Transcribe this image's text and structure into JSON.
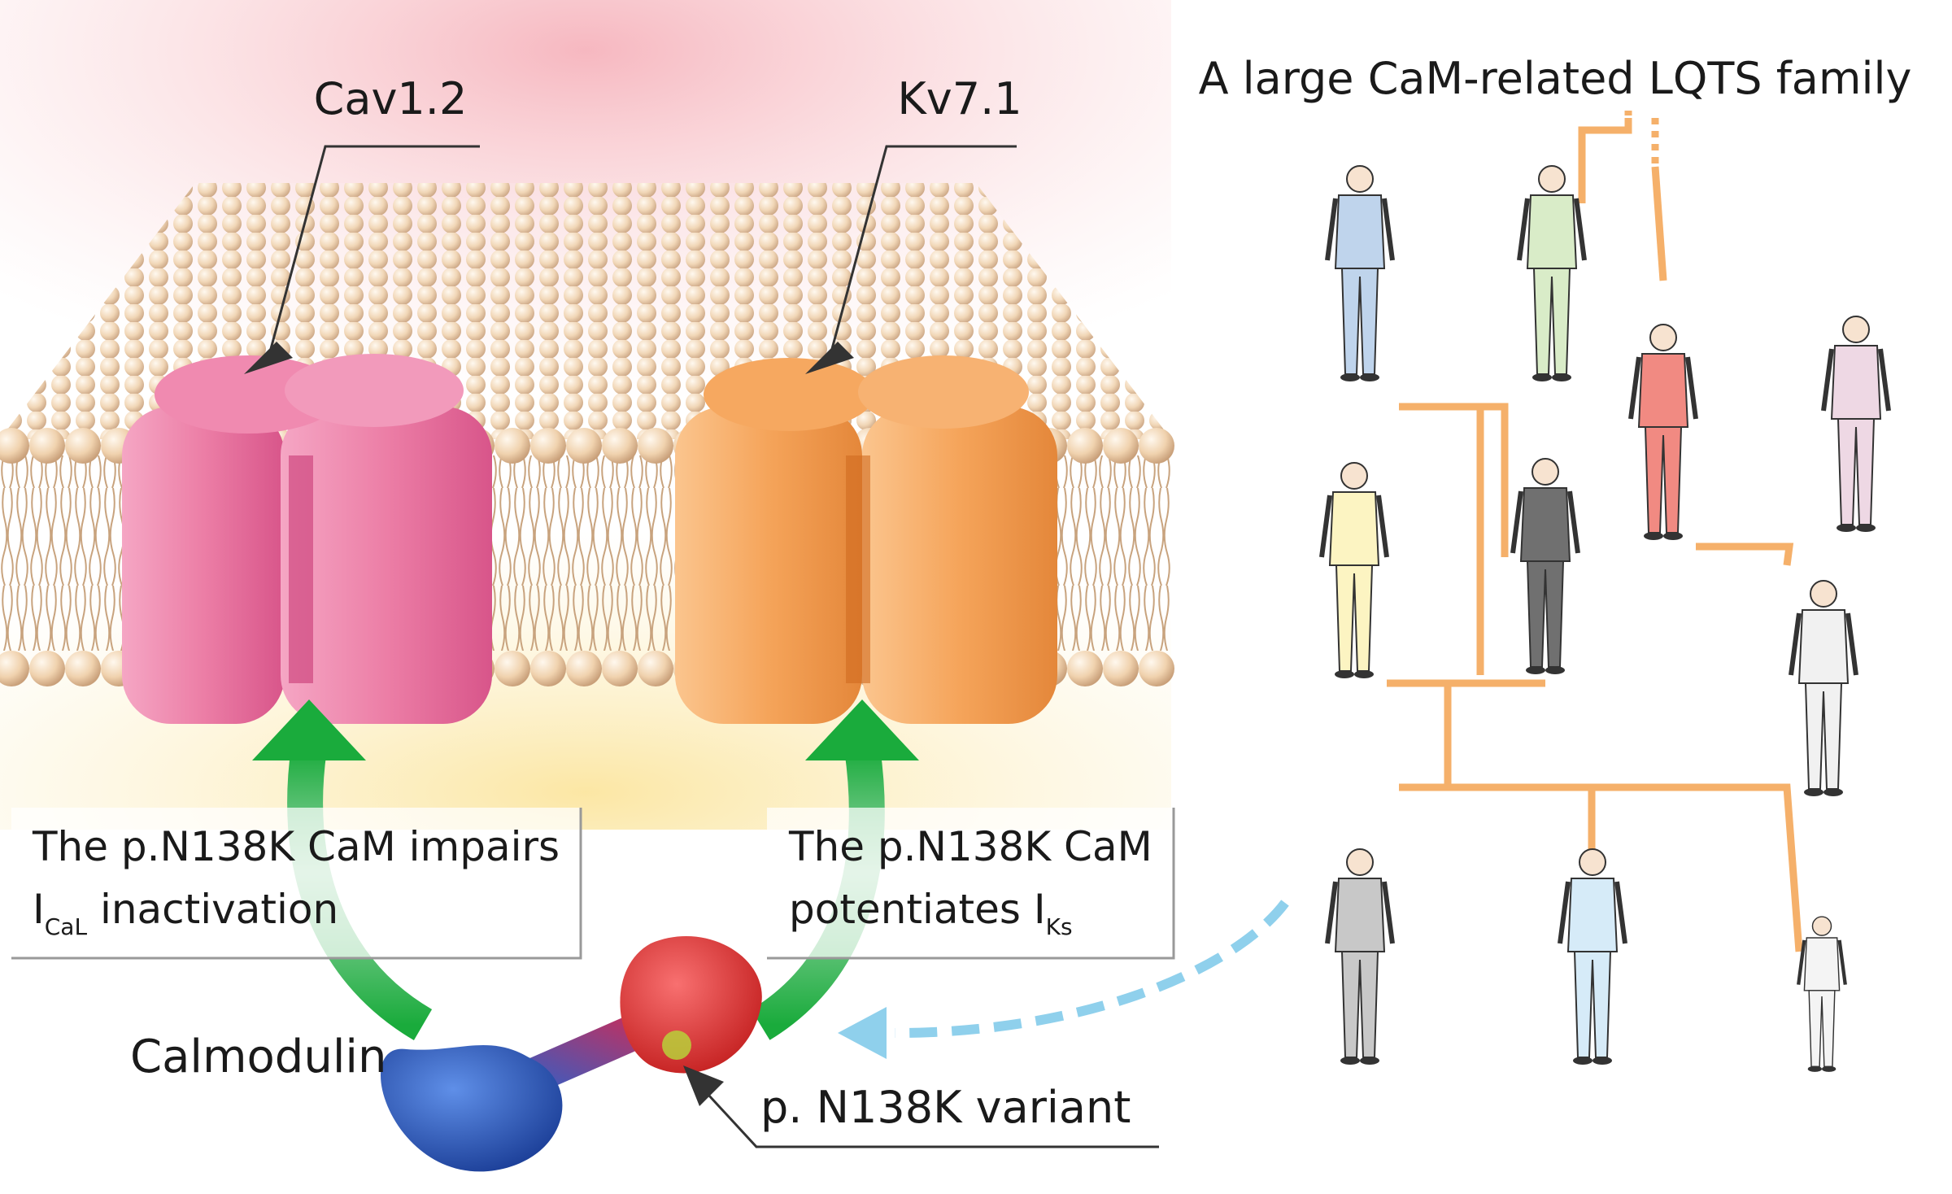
{
  "labels": {
    "cav": "Cav1.2",
    "kv": "Kv7.1",
    "family_title": "A large CaM-related LQTS family",
    "calmodulin": "Calmodulin",
    "variant": "p. N138K variant",
    "left_box_line1": "The p.N138K CaM impairs",
    "left_box_line2_main": "I",
    "left_box_line2_sub": "CaL",
    "left_box_line2_rest": " inactivation",
    "right_box_line1": "The p.N138K CaM",
    "right_box_line2_main": "potentiates I",
    "right_box_line2_sub": "Ks"
  },
  "colors": {
    "cav_channel": "#e8709a",
    "kv_channel": "#f0a050",
    "arrow_green": "#1aab3c",
    "pedigree_line": "#f5b06a",
    "dashed_arrow": "#8fd0ec",
    "calmodulin_blue": "#2a5cb8",
    "calmodulin_red": "#e03030"
  },
  "icons": {
    "person": "person-figure-icon"
  }
}
